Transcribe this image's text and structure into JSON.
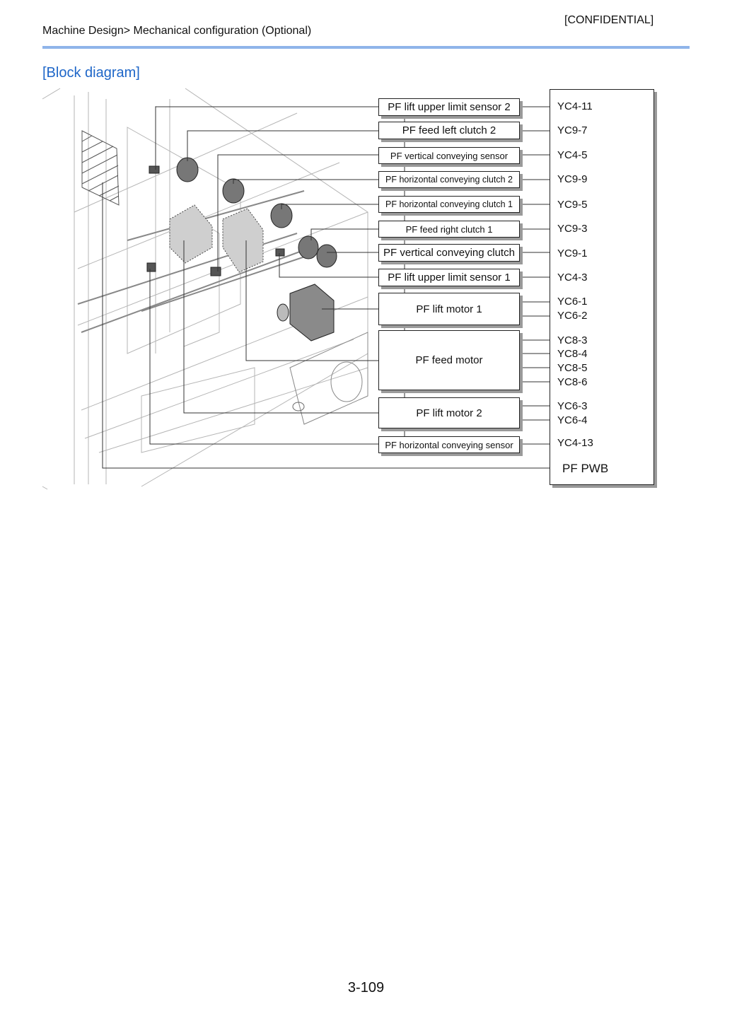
{
  "header": {
    "confidential": "[CONFIDENTIAL]",
    "breadcrumb": "Machine Design> Mechanical configuration (Optional)"
  },
  "section": {
    "title": "[Block diagram]"
  },
  "components": [
    {
      "label": "PF lift upper limit sensor 2"
    },
    {
      "label": "PF feed left clutch 2"
    },
    {
      "label": "PF vertical conveying sensor"
    },
    {
      "label": "PF horizontal conveying clutch 2"
    },
    {
      "label": "PF horizontal conveying clutch 1"
    },
    {
      "label": "PF feed right clutch 1"
    },
    {
      "label": "PF vertical conveying clutch"
    },
    {
      "label": "PF lift upper limit sensor 1"
    },
    {
      "label": "PF lift motor 1"
    },
    {
      "label": "PF feed motor"
    },
    {
      "label": "PF lift motor 2"
    },
    {
      "label": "PF horizontal conveying sensor"
    }
  ],
  "connectors": {
    "c0": "YC4-11",
    "c1": "YC9-7",
    "c2": "YC4-5",
    "c3": "YC9-9",
    "c4": "YC9-5",
    "c5": "YC9-3",
    "c6": "YC9-1",
    "c7": "YC4-3",
    "c8a": "YC6-1",
    "c8b": "YC6-2",
    "c9a": "YC8-3",
    "c9b": "YC8-4",
    "c9c": "YC8-5",
    "c9d": "YC8-6",
    "c10a": "YC6-3",
    "c10b": "YC6-4",
    "c11": "YC4-13"
  },
  "board": {
    "name": "PF PWB"
  },
  "footer": {
    "page_number": "3-109"
  }
}
